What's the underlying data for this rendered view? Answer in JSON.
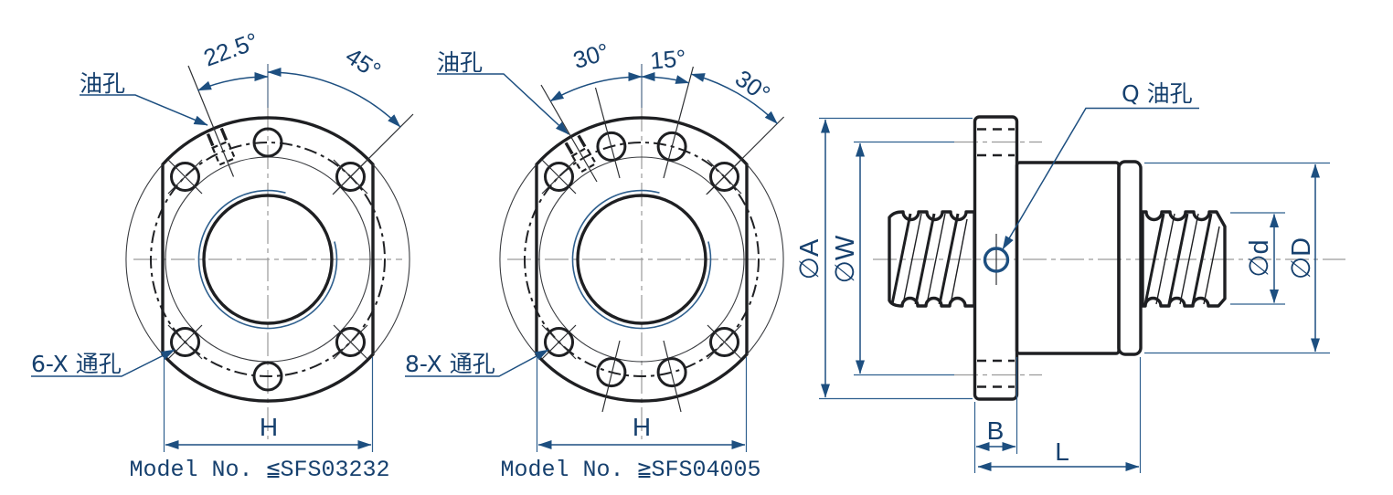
{
  "drawing": {
    "type": "ballscrew-nut-flange-drawing"
  },
  "views": {
    "left_flange": {
      "oil_hole_label": "油孔",
      "oil_hole_angle": "22.5°",
      "bolt_hole_angle": "45°",
      "through_holes_label": "6-X 通孔",
      "flat_width_dim": "H",
      "model_range_note": "Model No. ≦SFS03232"
    },
    "middle_flange": {
      "oil_hole_label": "油孔",
      "oil_to_hole_angle": "30°",
      "hole_to_center_angle": "15°",
      "hole_spacing_angle": "30°",
      "through_holes_label": "8-X 通孔",
      "flat_width_dim": "H",
      "model_range_note": "Model No. ≧SFS04005"
    },
    "side_section": {
      "oil_hole_label": "Q 油孔",
      "flange_outer_dia": "∅A",
      "bolt_circle_dia": "∅W",
      "screw_root_dia": "∅d",
      "nut_outer_dia": "∅D",
      "flange_thickness_dim": "B",
      "nut_length_dim": "L"
    }
  },
  "colors": {
    "dimension_blue": "#2e5f8e",
    "arrow_blue": "#1d4f80",
    "text_navy": "#16406e",
    "outline_black": "#1e1f22",
    "centerline_gray": "#9a9a9a"
  }
}
